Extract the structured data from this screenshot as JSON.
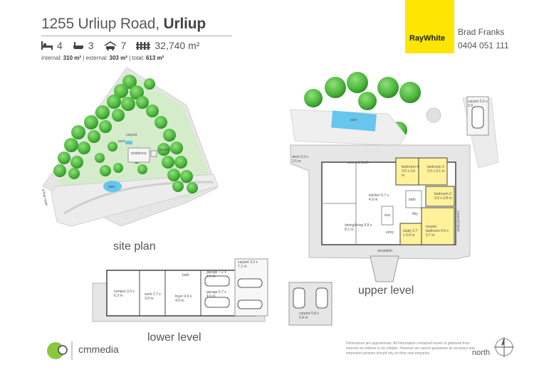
{
  "header": {
    "street": "1255 Urliup Road,",
    "suburb": "Urliup",
    "bedrooms": "4",
    "bathrooms": "3",
    "garages": "7",
    "land_area": "32,740 m²",
    "areas": {
      "internal_label": "internal:",
      "internal_value": "310 m²",
      "external_label": "external:",
      "external_value": "303 m²",
      "total_label": "total:",
      "total_value": "613 m²"
    }
  },
  "agent": {
    "brand": "RayWhite",
    "name": "Brad Franks",
    "phone": "0404 051 111"
  },
  "site_plan": {
    "caption": "site plan",
    "road_label": "urliup road",
    "residence": "residence",
    "carport_a": "carport",
    "carport_b": "carport",
    "pool": "pool",
    "dam": "dam"
  },
  "upper_level": {
    "caption": "upper level",
    "pool": "pool",
    "carport": "carport 5.6 x 2.9",
    "deck": "deck 6.3 x 2.5 m",
    "covered_deck": "covered deck",
    "kitchen": "kitchen 5.7 x 4.9 m",
    "dining_living": "dining/living 9.8 x 8.1 m",
    "bedroom4": "bedroom 4 3.5 x 3.6 m",
    "bedroom3": "bedroom 3 3.5 x 4.1 m",
    "bedroom2": "bedroom 2 3.6 x 2.8 m",
    "master": "master bedroom 4.9 x 3.7 m",
    "study": "study 2.7 x 3.4 m",
    "bath": "bath",
    "ens": "ens",
    "ldry": "ldry",
    "entry": "entry",
    "verandah": "verandah",
    "covered_deck_side": "covered deck"
  },
  "lower_level": {
    "caption": "lower level",
    "rumpus": "rumpus 3.3 x 6.3 m",
    "work": "work 2.7 x 3.9 m",
    "foyer": "foyer 4.4 x 4.9 m",
    "garage_a": "garage 7.1 x 4.9 m",
    "garage_b": "garage 5.7 x 4.9 m",
    "carport": "carport 3.2 x 7.1 m",
    "bath": "bath"
  },
  "detached_carport": "carport 5.8 x 5.9 m",
  "disclaimer": "Dimensions are approximate. All information contained herein is gathered from sources we believe to be reliable. However we cannot guarantee its accuracy and interested persons should rely on their own enquiries.",
  "north_label": "north",
  "footer_logo": "cmmedia",
  "colors": {
    "brand_yellow": "#ffe500",
    "tree_green": "#5cc04a",
    "pool_blue": "#66c6ee",
    "bedroom_yellow": "#fff29a",
    "floor_gray": "#e6e6e6"
  }
}
